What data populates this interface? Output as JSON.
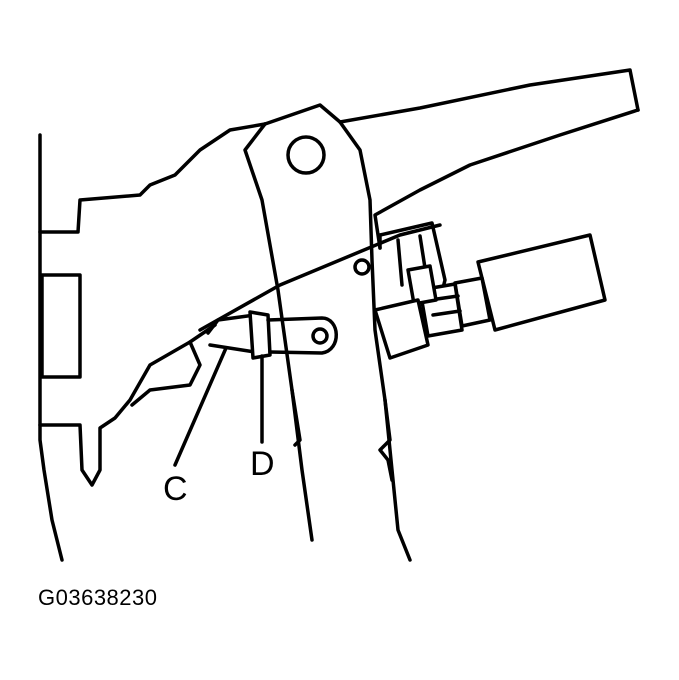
{
  "callouts": {
    "c": "C",
    "d": "D"
  },
  "figure_id": "G03638230",
  "colors": {
    "ink": "#000000",
    "paper": "#ffffff"
  }
}
